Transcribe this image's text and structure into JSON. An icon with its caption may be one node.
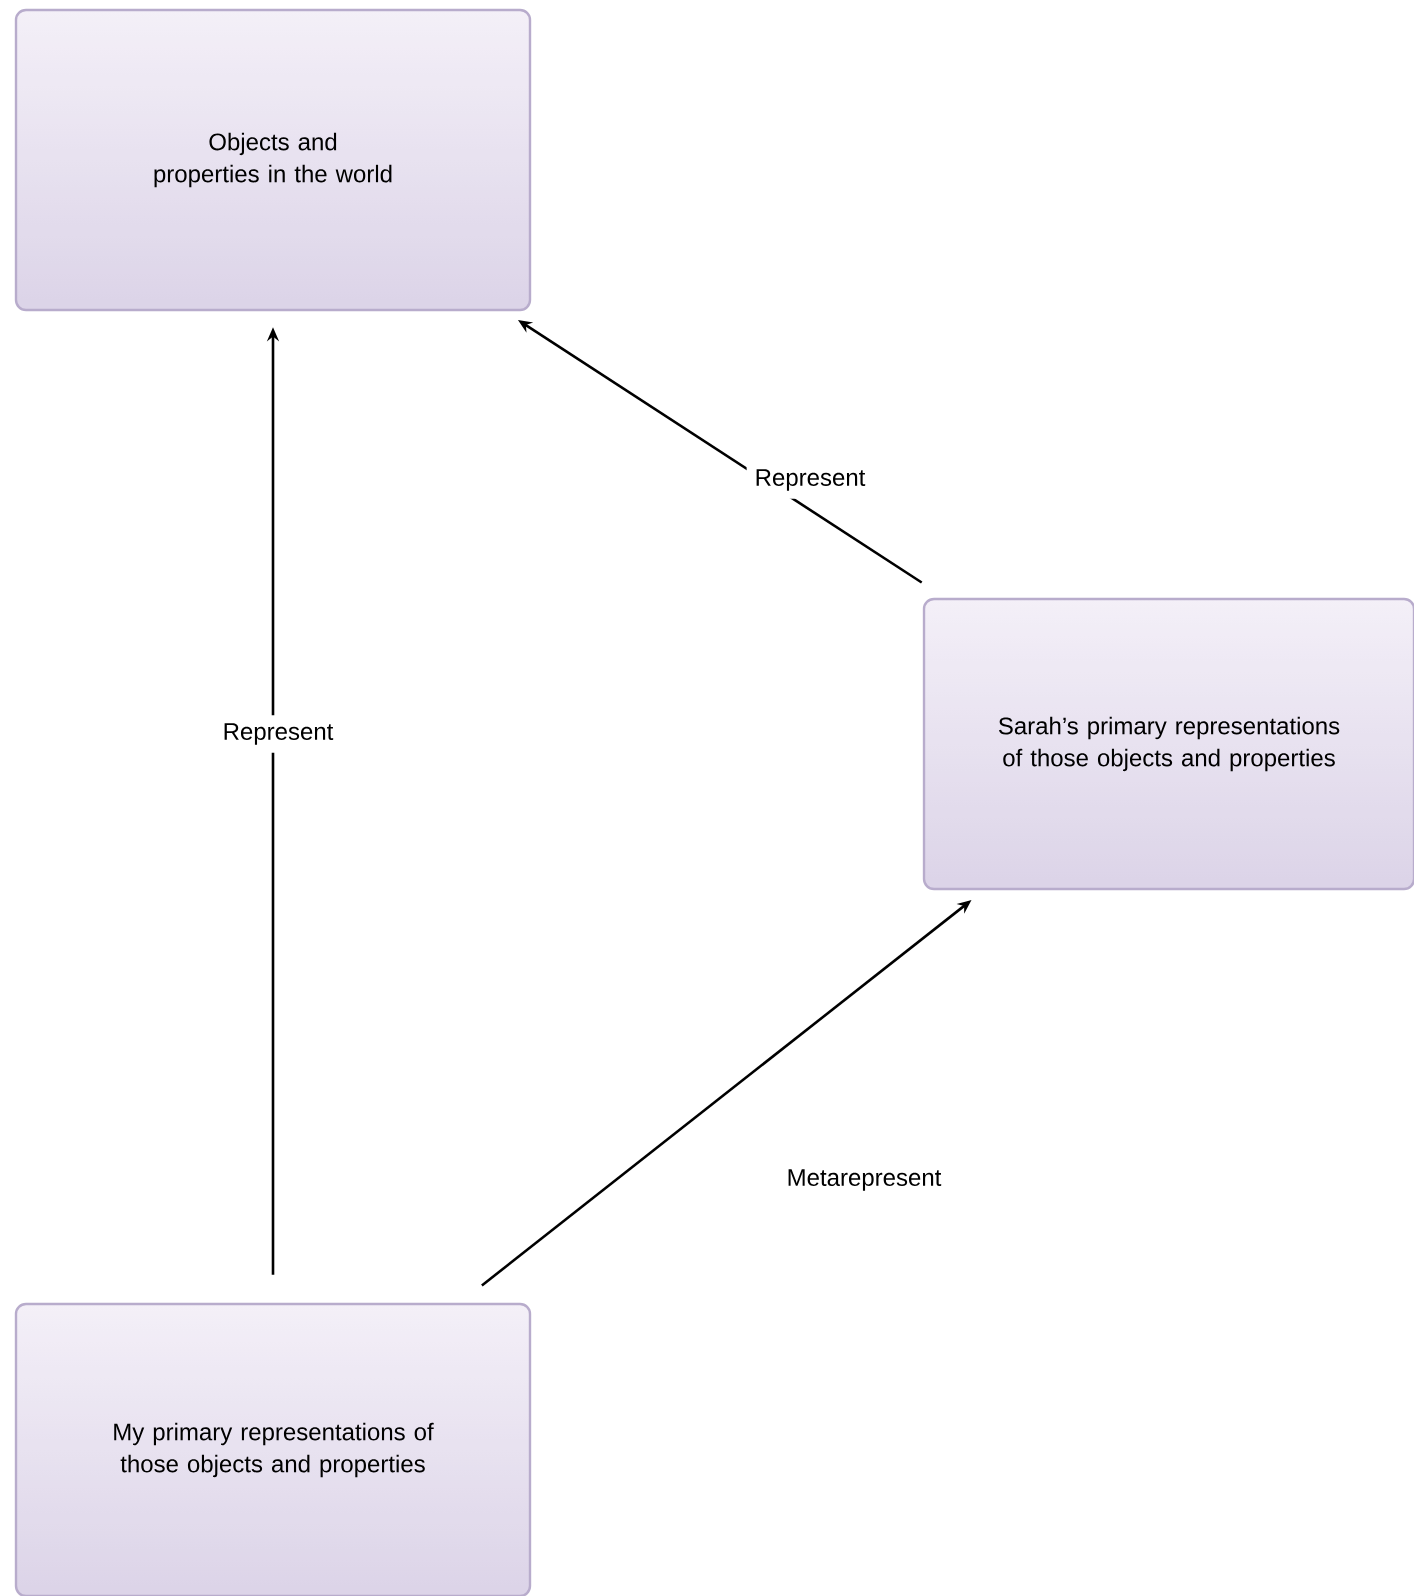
{
  "diagram": {
    "nodes": [
      {
        "text": [
          "Objects and properties in the world"
        ]
      },
      {
        "text": [
          "Sarah’s primary representations of those objects and properties"
        ]
      },
      {
        "text": [
          "My primary representations of those objects and properties"
        ]
      }
    ],
    "edges": [
      {
        "from": 2,
        "to": 0,
        "arrow": "to",
        "label": "Represent"
      },
      {
        "from": 1,
        "to": 0,
        "arrow": "to",
        "label": "Represent"
      },
      {
        "from": 2,
        "to": 1,
        "arrow": "to",
        "label": "Metarepresent"
      }
    ]
  }
}
